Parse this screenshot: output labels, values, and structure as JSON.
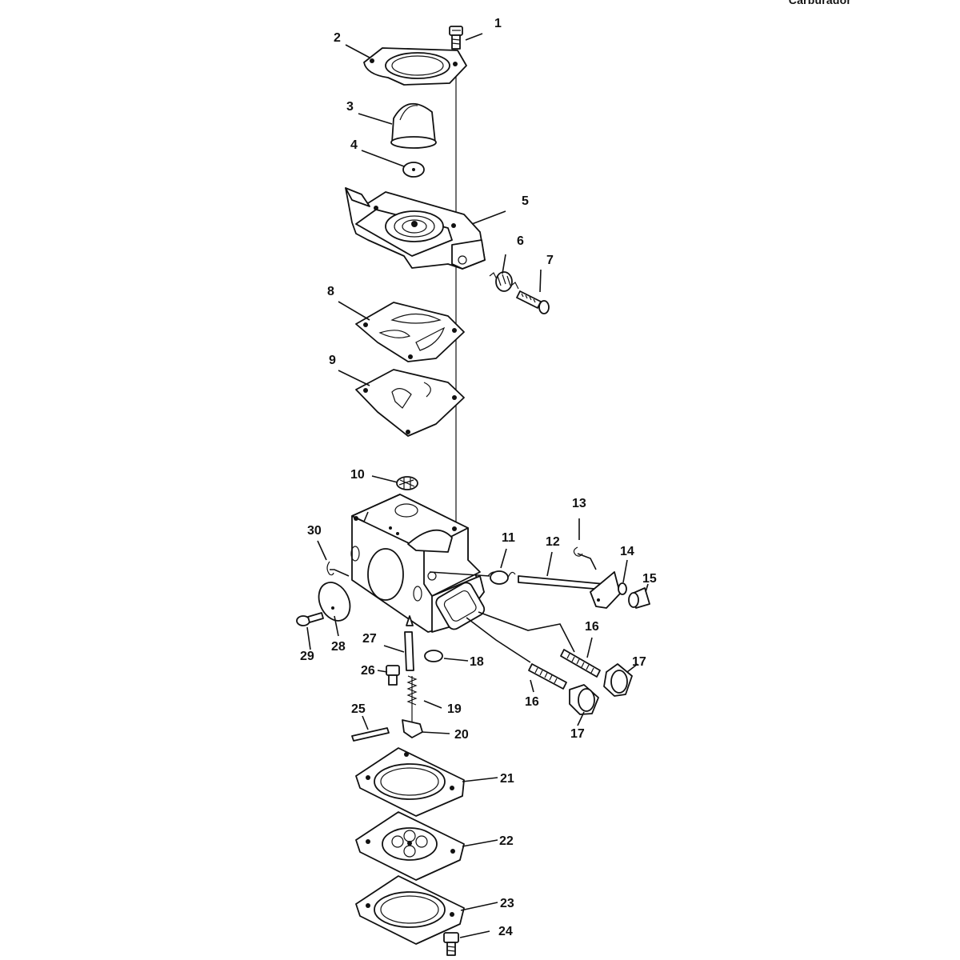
{
  "page": {
    "title": "Carburador"
  },
  "callouts": [
    "1",
    "2",
    "3",
    "4",
    "5",
    "6",
    "7",
    "8",
    "9",
    "10",
    "11",
    "12",
    "13",
    "14",
    "15",
    "16",
    "17",
    "18",
    "19",
    "20",
    "21",
    "22",
    "23",
    "24",
    "25",
    "26",
    "27",
    "28",
    "29",
    "30",
    "16",
    "17"
  ]
}
